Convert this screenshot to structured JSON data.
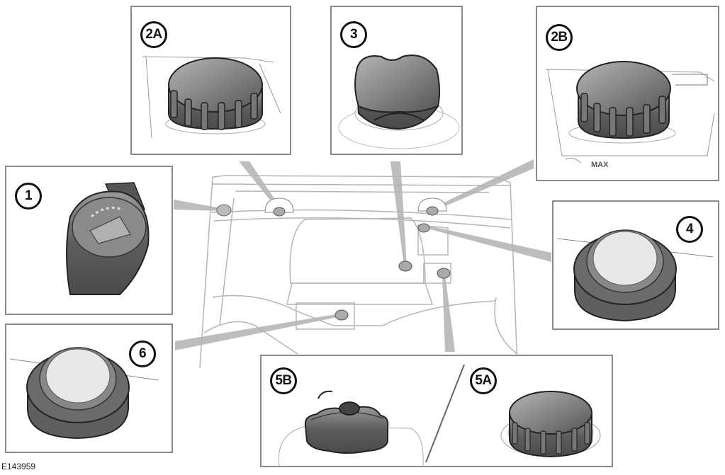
{
  "figure_id": "E143959",
  "panels": {
    "p1": {
      "label": "1",
      "icon": "washer-fluid-cap-icon"
    },
    "p2a": {
      "label": "2A",
      "icon": "coolant-cap-icon"
    },
    "p3": {
      "label": "3",
      "icon": "engine-oil-cap-icon"
    },
    "p2b": {
      "label": "2B",
      "icon": "coolant-cap-icon",
      "level_mark": "MAX"
    },
    "p4": {
      "label": "4",
      "icon": "brake-fluid-cap-icon"
    },
    "p5a": {
      "label": "5A",
      "icon": "power-steering-cap-icon"
    },
    "p5b": {
      "label": "5B",
      "icon": "fuel-filler-cap-icon"
    },
    "p6": {
      "label": "6",
      "icon": "clutch-fluid-cap-icon"
    }
  },
  "colors": {
    "cap_dark": "#5e5e5e",
    "cap_light": "#e8e8e8",
    "outline": "#111111",
    "pointer": "#bdbdbd",
    "frame": "#8a8a8a"
  }
}
